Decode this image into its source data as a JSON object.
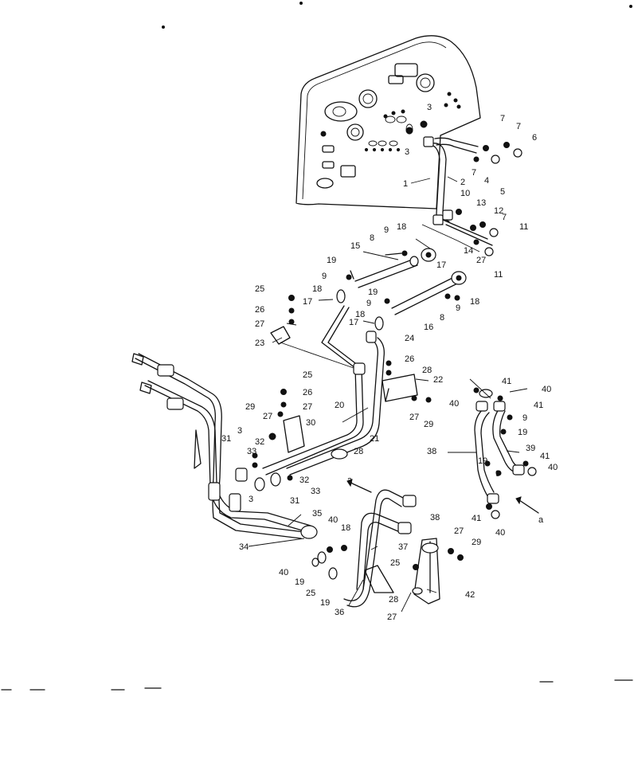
{
  "callouts": [
    {
      "text": "3"
    },
    {
      "text": "3"
    },
    {
      "text": "7"
    },
    {
      "text": "7"
    },
    {
      "text": "6"
    },
    {
      "text": "7"
    },
    {
      "text": "4"
    },
    {
      "text": "5"
    },
    {
      "text": "1"
    },
    {
      "text": "2"
    },
    {
      "text": "10"
    },
    {
      "text": "13"
    },
    {
      "text": "12"
    },
    {
      "text": "7"
    },
    {
      "text": "11"
    },
    {
      "text": "18"
    },
    {
      "text": "8"
    },
    {
      "text": "9"
    },
    {
      "text": "15"
    },
    {
      "text": "17"
    },
    {
      "text": "14"
    },
    {
      "text": "27"
    },
    {
      "text": "11"
    },
    {
      "text": "19"
    },
    {
      "text": "9"
    },
    {
      "text": "18"
    },
    {
      "text": "17"
    },
    {
      "text": "25"
    },
    {
      "text": "26"
    },
    {
      "text": "27"
    },
    {
      "text": "23"
    },
    {
      "text": "19"
    },
    {
      "text": "9"
    },
    {
      "text": "18"
    },
    {
      "text": "17"
    },
    {
      "text": "16"
    },
    {
      "text": "8"
    },
    {
      "text": "9"
    },
    {
      "text": "18"
    },
    {
      "text": "24"
    },
    {
      "text": "26"
    },
    {
      "text": "28"
    },
    {
      "text": "22"
    },
    {
      "text": "27"
    },
    {
      "text": "29"
    },
    {
      "text": "25"
    },
    {
      "text": "26"
    },
    {
      "text": "27"
    },
    {
      "text": "29"
    },
    {
      "text": "27"
    },
    {
      "text": "30"
    },
    {
      "text": "20"
    },
    {
      "text": "21"
    },
    {
      "text": "3"
    },
    {
      "text": "31"
    },
    {
      "text": "32"
    },
    {
      "text": "33"
    },
    {
      "text": "28"
    },
    {
      "text": "32"
    },
    {
      "text": "33"
    },
    {
      "text": "3"
    },
    {
      "text": "31"
    },
    {
      "text": "35"
    },
    {
      "text": "34"
    },
    {
      "text": "40"
    },
    {
      "text": "18"
    },
    {
      "text": "40"
    },
    {
      "text": "19"
    },
    {
      "text": "25"
    },
    {
      "text": "19"
    },
    {
      "text": "41"
    },
    {
      "text": "40"
    },
    {
      "text": "40"
    },
    {
      "text": "41"
    },
    {
      "text": "9"
    },
    {
      "text": "19"
    },
    {
      "text": "39"
    },
    {
      "text": "38"
    },
    {
      "text": "41"
    },
    {
      "text": "40"
    },
    {
      "text": "19"
    },
    {
      "text": "9"
    },
    {
      "text": "41"
    },
    {
      "text": "40"
    },
    {
      "text": "37"
    },
    {
      "text": "38"
    },
    {
      "text": "27"
    },
    {
      "text": "29"
    },
    {
      "text": "25"
    },
    {
      "text": "28"
    },
    {
      "text": "42"
    },
    {
      "text": "27"
    },
    {
      "text": "36"
    },
    {
      "text": "a"
    },
    {
      "text": "a"
    }
  ]
}
